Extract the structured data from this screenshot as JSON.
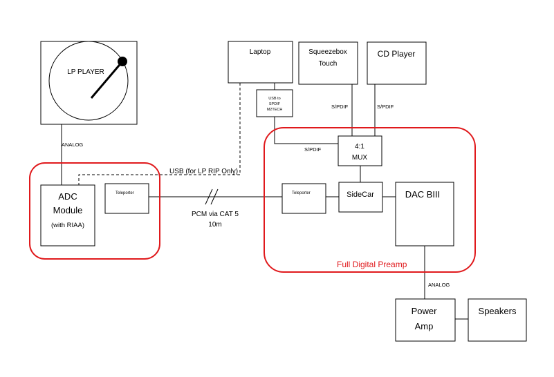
{
  "colors": {
    "group_outline": "#e0191c",
    "line": "#000000",
    "background": "#ffffff"
  },
  "boxes": {
    "lp_player": "LP PLAYER",
    "laptop": "Laptop",
    "squeezebox": [
      "Squeezebox",
      "Touch"
    ],
    "cd_player": "CD Player",
    "usb_spdif": [
      "USB to",
      "SPDIF",
      "M2TECH"
    ],
    "mux": [
      "4:1",
      "MUX"
    ],
    "adc_module": [
      "ADC",
      "Module",
      "(with RIAA)"
    ],
    "teleporter_left": "Teleporter",
    "teleporter_right": "Teleporter",
    "sidecar": "SideCar",
    "dac": "DAC BIII",
    "power_amp": [
      "Power",
      "Amp"
    ],
    "speakers": "Speakers"
  },
  "labels": {
    "analog_lp": "ANALOG",
    "usb_rip": "USB (for LP RIP Only)",
    "pcm_via": "PCM via CAT 5",
    "pcm_length": "10m",
    "spdif_laptop": "S/PDIF",
    "spdif_squeezebox": "S/PDIF",
    "spdif_cd": "S/PDIF",
    "analog_dac": "ANALOG",
    "full_digital_preamp": "Full Digital Preamp"
  }
}
